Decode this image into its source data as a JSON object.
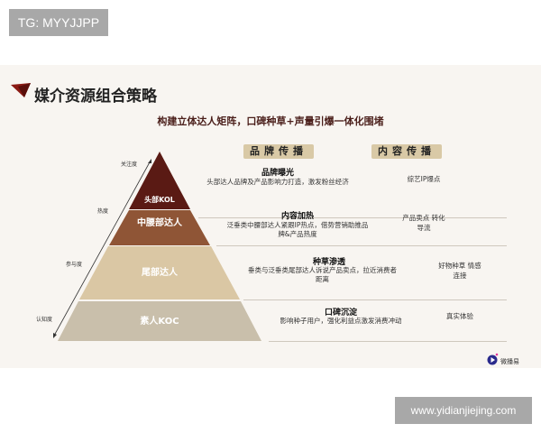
{
  "watermark_top": "TG: MYYJJPP",
  "watermark_bottom": "www.yidianjiejing.com",
  "title": "媒介资源组合策略",
  "subtitle": "构建立体达人矩阵，口碑种草+声量引爆一体化围堵",
  "headers": {
    "brand": "品牌传播",
    "content": "内容传播"
  },
  "axis_labels": [
    "关注度",
    "热度",
    "参与度",
    "认知度"
  ],
  "layers": [
    {
      "label": "头部KOL",
      "color": "#5a1a14",
      "title": "品牌曝光",
      "desc": "头部达人品牌及产品影响力打造，激发粉丝经济",
      "content": "综艺IP爆点"
    },
    {
      "label": "中腰部达人",
      "color": "#8f5536",
      "title": "内容加热",
      "desc": "泛垂类中腰部达人紧跟IP热点，借势营销助推品牌&产品热度",
      "content": "产品卖点 转化导流"
    },
    {
      "label": "尾部达人",
      "color": "#dac7a4",
      "title": "种草渗透",
      "desc": "垂类与泛垂类尾部达人诉说产品卖点，拉近消费者距离",
      "content": "好物种草 情感连接"
    },
    {
      "label": "素人KOC",
      "color": "#c9bfab",
      "title": "口碑沉淀",
      "desc": "影响种子用户，强化利益点激发消费冲动",
      "content": "真实体验"
    }
  ],
  "logo_text": "微播易",
  "accent": "#8b1a14"
}
